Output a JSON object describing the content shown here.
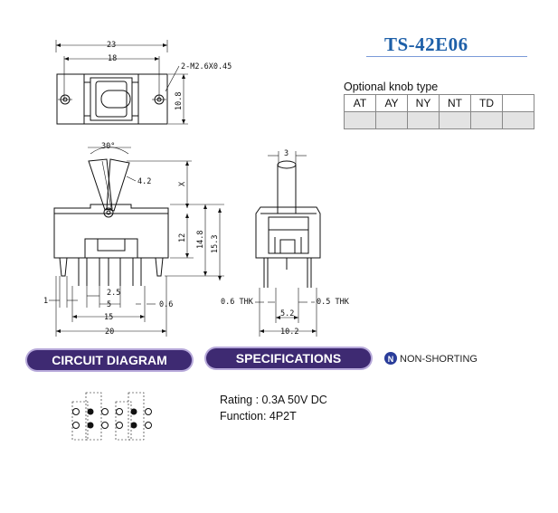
{
  "model": "TS-42E06",
  "knob_table": {
    "caption": "Optional knob type",
    "options": [
      "AT",
      "AY",
      "NY",
      "NT",
      "TD",
      ""
    ]
  },
  "top_view": {
    "dims": [
      "23",
      "18",
      "10.8"
    ],
    "hole_note": "2-M2.6X0.45"
  },
  "front_view": {
    "angle": "30°",
    "radius": "4.2",
    "x_label": "X",
    "dims": [
      "12",
      "14.8",
      "15.3",
      "1",
      "2.5",
      "5",
      "15",
      "0.6",
      "20"
    ]
  },
  "side_view": {
    "dims": [
      "3",
      "5.2",
      "10.2"
    ],
    "left_thk": "0.6 THK",
    "right_thk": "0.5 THK"
  },
  "banners": {
    "circuit": "CIRCUIT DIAGRAM",
    "specs": "SPECIFICATIONS",
    "nonshort_glyph": "N",
    "nonshort_label": "NON-SHORTING"
  },
  "specs": {
    "rating": "Rating : 0.3A 50V DC",
    "function": "Function: 4P2T"
  },
  "colors": {
    "title": "#1d5fa8",
    "banner_fill": "#3e2a72",
    "banner_light": "#b7a9da",
    "icon": "#2a3d9a"
  }
}
